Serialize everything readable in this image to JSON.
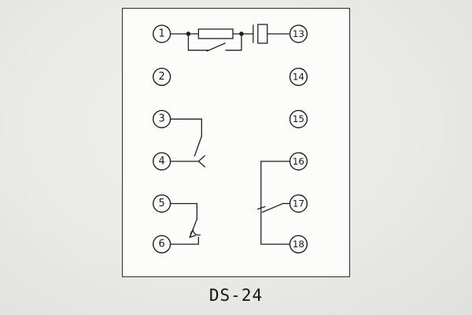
{
  "title": "DS-24",
  "terminals": {
    "left": [
      "1",
      "2",
      "3",
      "4",
      "5",
      "6"
    ],
    "right": [
      "13",
      "14",
      "15",
      "16",
      "17",
      "18"
    ]
  },
  "colors": {
    "background": "#e9e9e7",
    "panel": "#fcfcfa",
    "line": "#1f1f1f"
  }
}
